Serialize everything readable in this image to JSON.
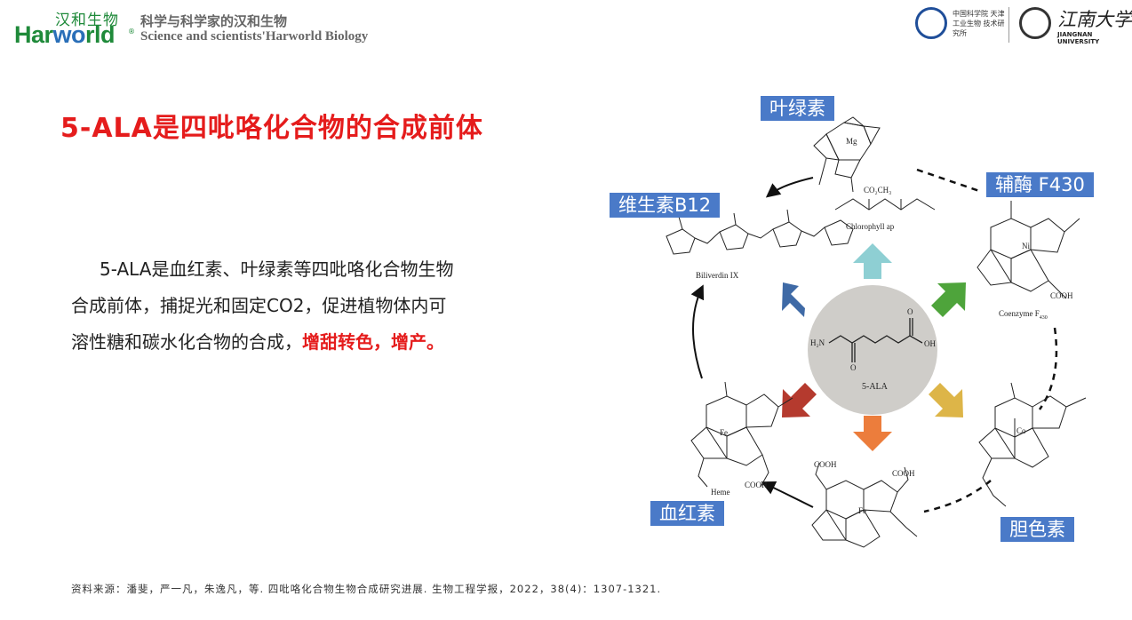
{
  "header": {
    "logo_cn": "汉和生物",
    "logo_en_part1": "Har",
    "logo_en_part2": "wo",
    "logo_en_part3": "rld",
    "logo_reg": "®",
    "slogan_cn": "科学与科学家的汉和生物",
    "slogan_en": "Science and scientists'Harworld Biology",
    "cas_text": "中国科学院 天津工业生物 技术研究所",
    "jiangnan_name": "江南大学",
    "jiangnan_en": "JIANGNAN UNIVERSITY"
  },
  "title": "5-ALA是四吡咯化合物的合成前体",
  "body": {
    "line1": "5-ALA是血红素、叶绿素等四吡咯化合物生物",
    "line2": "合成前体，捕捉光和固定CO2，促进植物体内可",
    "line3_plain": "溶性糖和碳水化合物的合成，",
    "line3_highlight": "增甜转色，增产。"
  },
  "diagram": {
    "center_label": "5-ALA",
    "tags": {
      "chlorophyll": "叶绿素",
      "f430": "辅酶 F430",
      "b12": "维生素B12",
      "heme": "血红素",
      "bilin": "胆色素"
    },
    "captions": {
      "chlorophyll": "Chlorophyll ap",
      "biliverdin": "Biliverdin IX",
      "coenzyme_main": "Coenzyme F",
      "coenzyme_sub": "430",
      "heme": "Heme"
    },
    "chem": {
      "nh2": "H₂N",
      "oh": "OH",
      "o": "O",
      "mg": "Mg",
      "fe": "Fe",
      "ni": "Ni",
      "co": "Co",
      "cooh": "COOH",
      "co2ch3": "CO₂CH₃"
    },
    "arrow_colors": {
      "top": "#8ecfd3",
      "upper_right": "#4ea43b",
      "right": "#ddb548",
      "bottom": "#ec7d3c",
      "left": "#b53a2e",
      "upper_left": "#3f6aa6"
    }
  },
  "source": "资料来源：潘斐，严一凡，朱逸凡，等. 四吡咯化合物生物合成研究进展. 生物工程学报，2022，38(4)：1307-1321."
}
